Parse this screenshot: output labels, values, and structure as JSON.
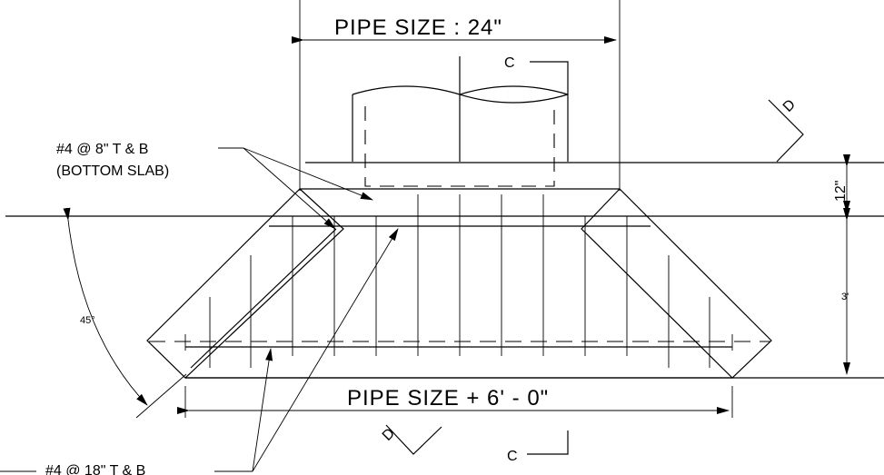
{
  "dimensions": {
    "pipe_size": "PIPE  SIZE  :   24\"",
    "base_width": "PIPE  SIZE  +  6' - 0\"",
    "slab_thickness": "12\"",
    "depth": "3'",
    "angle": "45°"
  },
  "section_marks": {
    "c_top": "C",
    "c_bottom": "C",
    "d_top": "D",
    "d_bottom": "D"
  },
  "callouts": {
    "bottom_slab_line1": "#4  @  8\"   T & B",
    "bottom_slab_line2": "(BOTTOM SLAB)",
    "side_bars": "#4  @  18\"   T & B"
  }
}
